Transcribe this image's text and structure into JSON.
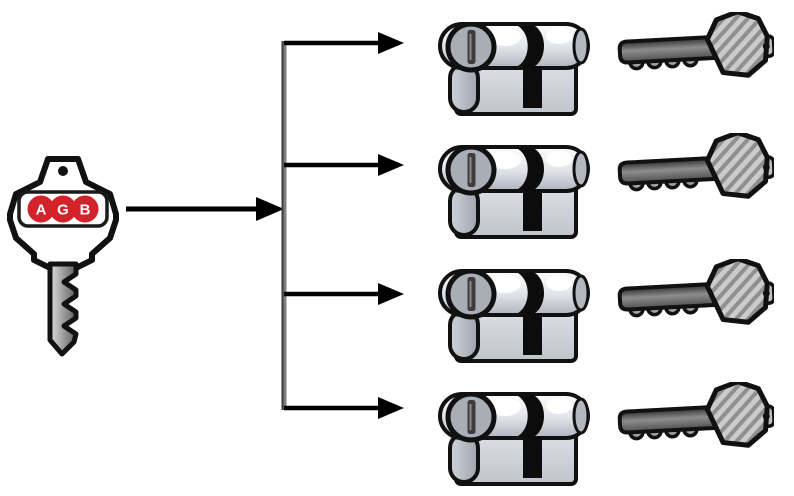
{
  "diagram": {
    "kind": "master-key-system",
    "master_key": {
      "brand_letters": [
        "A",
        "G",
        "B"
      ],
      "brand_label": "AGB",
      "badge_red": "#d2232a"
    },
    "branches": {
      "count": 4,
      "rows": [
        {
          "cylinder": "cylinder-1",
          "key": "individual-key-1"
        },
        {
          "cylinder": "cylinder-2",
          "key": "individual-key-2"
        },
        {
          "cylinder": "cylinder-3",
          "key": "individual-key-3"
        },
        {
          "cylinder": "cylinder-4",
          "key": "individual-key-4"
        }
      ]
    },
    "colors": {
      "outline": "#111111",
      "arrow_black": "#000000",
      "trunk_gray": "#808080",
      "metal_light": "#dfe3e8",
      "metal_mid": "#b9bec6",
      "background": "#ffffff"
    }
  }
}
